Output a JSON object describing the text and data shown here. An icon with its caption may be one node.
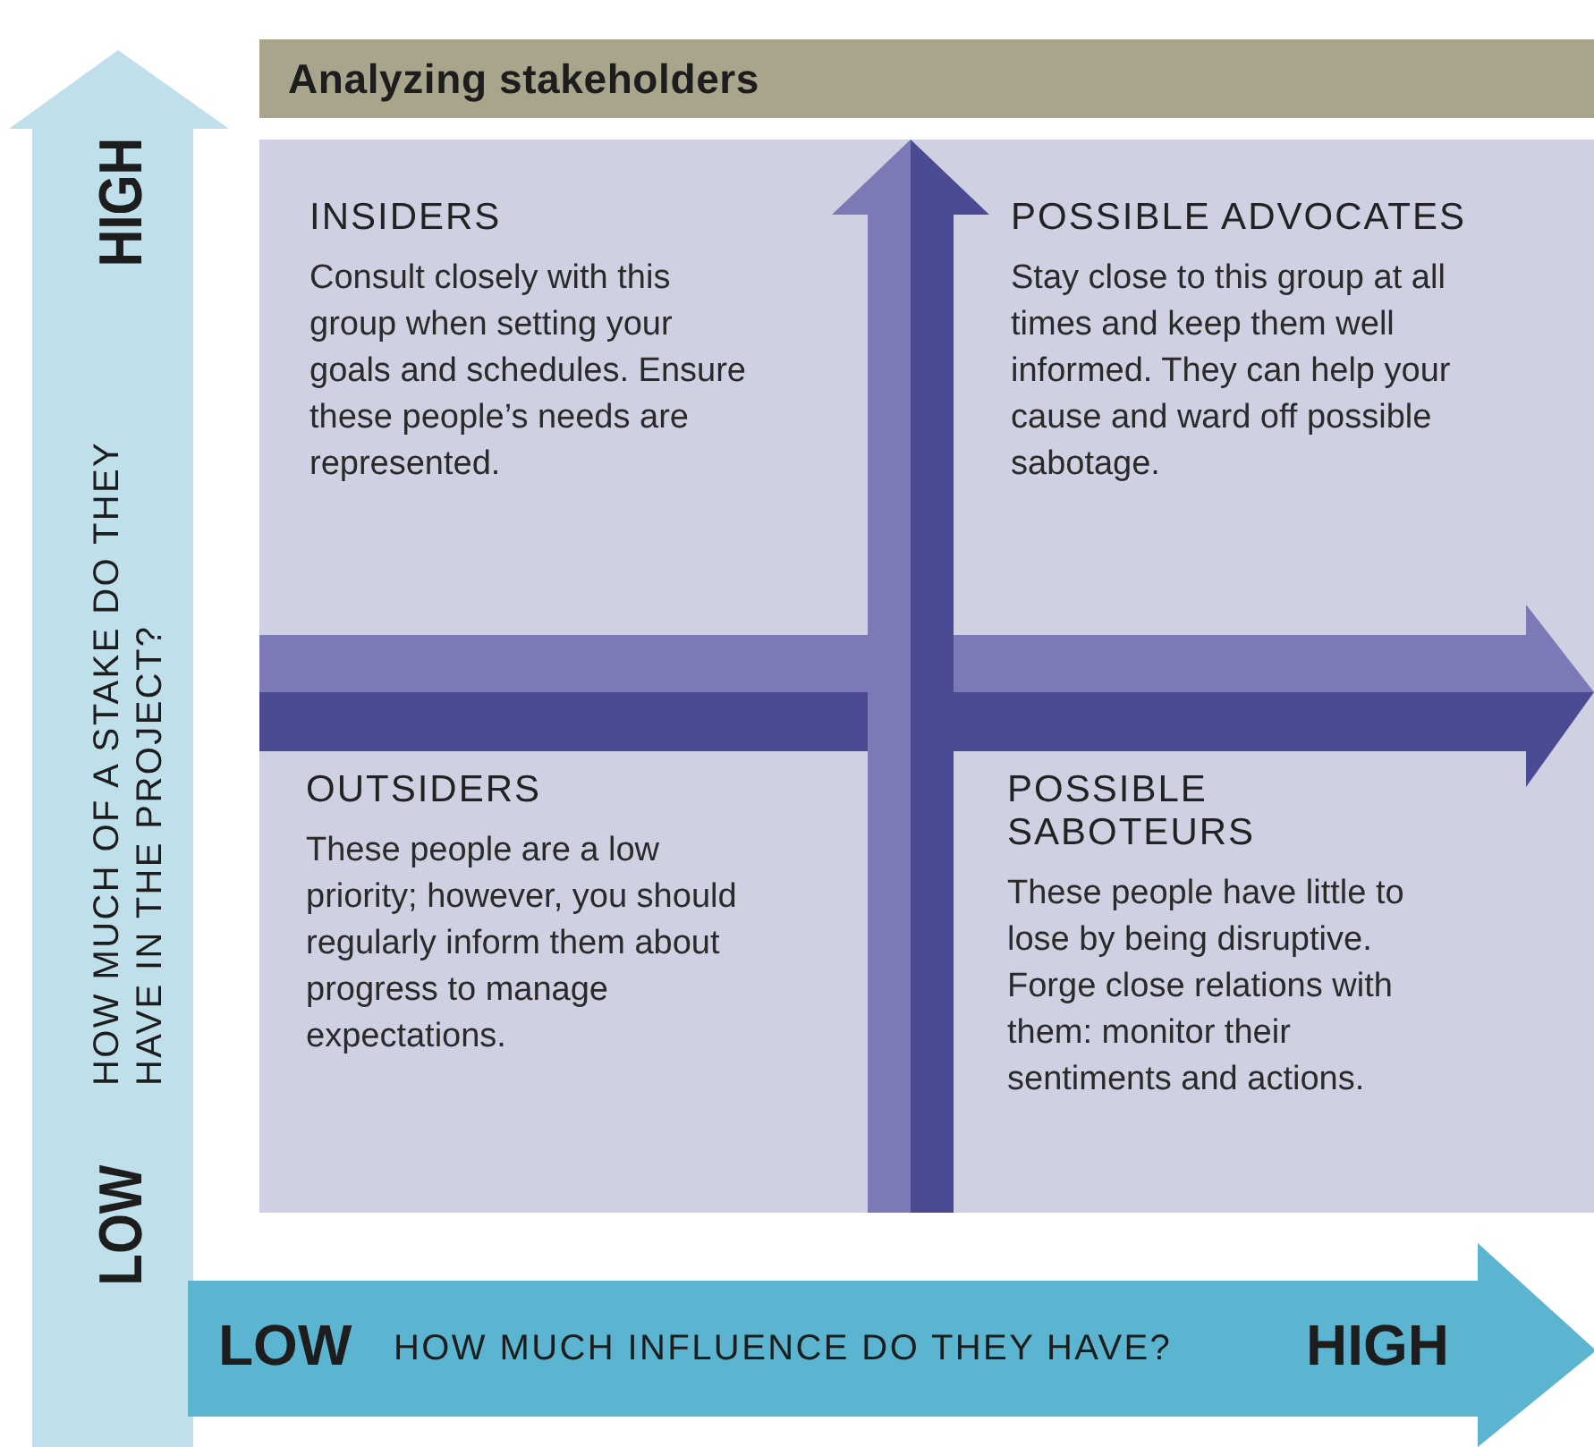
{
  "diagram": {
    "title": "Analyzing stakeholders",
    "nodes": [
      {
        "text": [
          "INSIDERS",
          "Consult closely with this group when setting your goals and schedules. Ensure these people’s needs are represented."
        ]
      },
      {
        "text": [
          "POSSIBLE ADVOCATES",
          "Stay close to this group at all times and keep them well informed. They can help your cause and ward off possible sabotage."
        ]
      },
      {
        "text": [
          "OUTSIDERS",
          "These people are a low priority; however, you should regularly inform them about progress to manage expectations."
        ]
      },
      {
        "text": [
          "POSSIBLE SABOTEURS",
          "These people have little to lose by being disruptive. Forge close relations with them: monitor their sentiments and actions."
        ]
      }
    ],
    "labels": [
      "HIGH",
      "HOW MUCH OF A STAKE DO THEY HAVE IN THE PROJECT?",
      "LOW",
      "LOW",
      "HOW MUCH INFLUENCE DO THEY HAVE?",
      "HIGH"
    ]
  }
}
